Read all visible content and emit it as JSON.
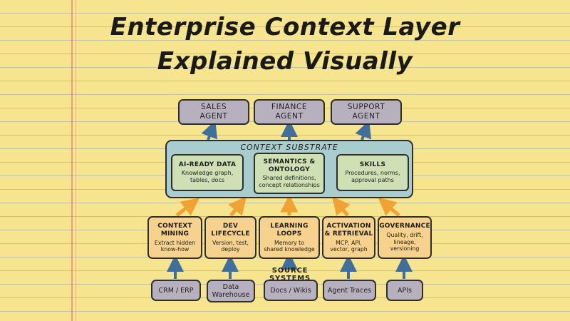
{
  "title": {
    "line1": "Enterprise Context Layer",
    "line2": "Explained Visually"
  },
  "agents": [
    {
      "label": "SALES\nAGENT"
    },
    {
      "label": "FINANCE\nAGENT"
    },
    {
      "label": "SUPPORT\nAGENT"
    }
  ],
  "substrate": {
    "title": "CONTEXT SUBSTRATE",
    "blocks": [
      {
        "heading": "AI-READY DATA",
        "detail": "Knowledge graph,\ntables, docs"
      },
      {
        "heading": "SEMANTICS &\nONTOLOGY",
        "detail": "Shared definitions,\nconcept relationships"
      },
      {
        "heading": "SKILLS",
        "detail": "Procedures, norms,\napproval paths"
      }
    ]
  },
  "capabilities": [
    {
      "heading": "CONTEXT\nMINING",
      "detail": "Extract hidden\nknow-how"
    },
    {
      "heading": "DEV\nLIFECYCLE",
      "detail": "Version, test,\ndeploy"
    },
    {
      "heading": "LEARNING\nLOOPS",
      "detail": "Memory to\nshared knowledge"
    },
    {
      "heading": "ACTIVATION\n& RETRIEVAL",
      "detail": "MCP, API,\nvector, graph"
    },
    {
      "heading": "GOVERNANCE",
      "detail": "Quality, drift,\nlineage,\nversioning"
    }
  ],
  "source_label": "SOURCE SYSTEMS",
  "sources": [
    {
      "label": "CRM / ERP"
    },
    {
      "label": "Data\nWarehouse"
    },
    {
      "label": "Docs / Wikis"
    },
    {
      "label": "Agent Traces"
    },
    {
      "label": "APIs"
    }
  ],
  "colors": {
    "paper": "#f7e48f",
    "agent_box": "#b7b1bf",
    "substrate": "#a9cccf",
    "substrate_block": "#cfe0b5",
    "capability_box": "#f6d28e",
    "blue_arrow": "#3f6f9a",
    "orange_arrow": "#f0a232"
  }
}
